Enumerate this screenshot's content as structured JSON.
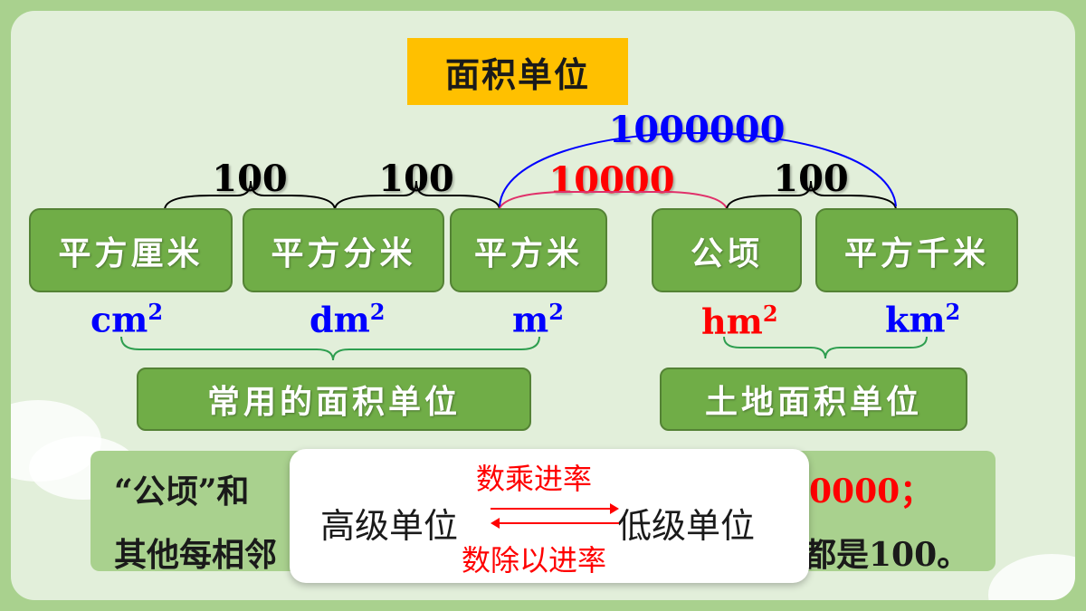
{
  "title": "面积单位",
  "units": [
    {
      "name": "平方厘米",
      "symbol": "cm",
      "exp": "2",
      "symbol_color": "#0000ff"
    },
    {
      "name": "平方分米",
      "symbol": "dm",
      "exp": "2",
      "symbol_color": "#0000ff"
    },
    {
      "name": "平方米",
      "symbol": "m",
      "exp": "2",
      "symbol_color": "#0000ff"
    },
    {
      "name": "公顷",
      "symbol": "hm",
      "exp": "2",
      "symbol_color": "#ff0000"
    },
    {
      "name": "平方千米",
      "symbol": "km",
      "exp": "2",
      "symbol_color": "#0000ff"
    }
  ],
  "rates": [
    {
      "value": "100",
      "color": "#000000"
    },
    {
      "value": "100",
      "color": "#000000"
    },
    {
      "value": "10000",
      "color": "#ff0000"
    },
    {
      "value": "100",
      "color": "#000000"
    },
    {
      "value": "1000000",
      "color": "#0000ff"
    }
  ],
  "groups": {
    "common": "常用的面积单位",
    "land": "土地面积单位"
  },
  "note": {
    "line1_start": "“公顷”和",
    "line1_end": "0000；",
    "line2_start": "其他每相邻",
    "line2_end": "都是100。"
  },
  "conversion": {
    "high": "高级单位",
    "low": "低级单位",
    "multiply": "数乘进率",
    "divide": "数除以进率"
  },
  "colors": {
    "green_box": "#70ad47",
    "title_bg": "#ffc000",
    "panel_bg": "#e2efda",
    "accent_red": "#ff0000",
    "accent_blue": "#0000ff"
  }
}
